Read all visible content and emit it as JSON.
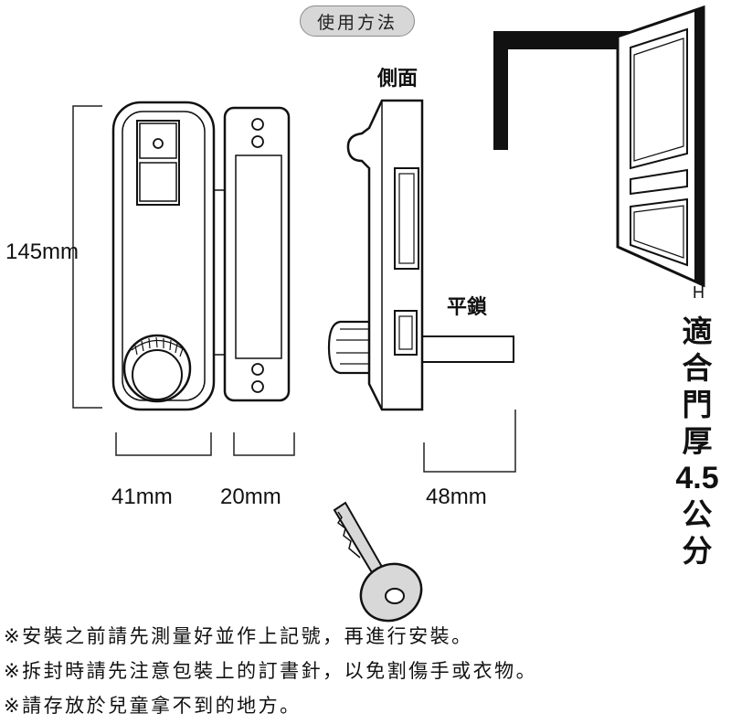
{
  "header": {
    "title": "使用方法"
  },
  "labels": {
    "side_view": "側面",
    "flat_lock": "平鎖",
    "door_h": "H"
  },
  "dimensions": {
    "height": "145mm",
    "width_front": "41mm",
    "width_plate": "20mm",
    "depth": "48mm"
  },
  "door_thickness": {
    "line1": "適",
    "line2": "合",
    "line3": "門",
    "line4": "厚",
    "value": "4.5",
    "line6": "公",
    "line7": "分"
  },
  "notes": [
    "※安裝之前請先測量好並作上記號，再進行安裝。",
    "※拆封時請先注意包裝上的訂書針，以免割傷手或衣物。",
    "※請存放於兒童拿不到的地方。"
  ]
}
